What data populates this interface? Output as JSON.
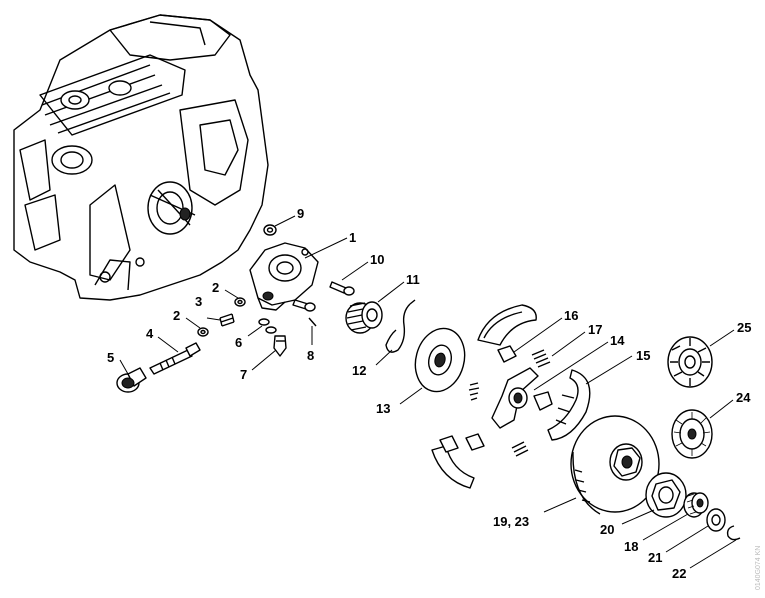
{
  "callouts": [
    {
      "id": "1",
      "label": "1"
    },
    {
      "id": "2a",
      "label": "2"
    },
    {
      "id": "2b",
      "label": "2"
    },
    {
      "id": "3",
      "label": "3"
    },
    {
      "id": "4",
      "label": "4"
    },
    {
      "id": "5",
      "label": "5"
    },
    {
      "id": "6",
      "label": "6"
    },
    {
      "id": "7",
      "label": "7"
    },
    {
      "id": "8",
      "label": "8"
    },
    {
      "id": "9",
      "label": "9"
    },
    {
      "id": "10",
      "label": "10"
    },
    {
      "id": "11",
      "label": "11"
    },
    {
      "id": "12",
      "label": "12"
    },
    {
      "id": "13",
      "label": "13"
    },
    {
      "id": "14",
      "label": "14"
    },
    {
      "id": "15",
      "label": "15"
    },
    {
      "id": "16",
      "label": "16"
    },
    {
      "id": "17",
      "label": "17"
    },
    {
      "id": "18",
      "label": "18"
    },
    {
      "id": "19",
      "label": "19, 23"
    },
    {
      "id": "20",
      "label": "20"
    },
    {
      "id": "21",
      "label": "21"
    },
    {
      "id": "22",
      "label": "22"
    },
    {
      "id": "24",
      "label": "24"
    },
    {
      "id": "25",
      "label": "25"
    }
  ],
  "watermark": "0140G074 KN"
}
